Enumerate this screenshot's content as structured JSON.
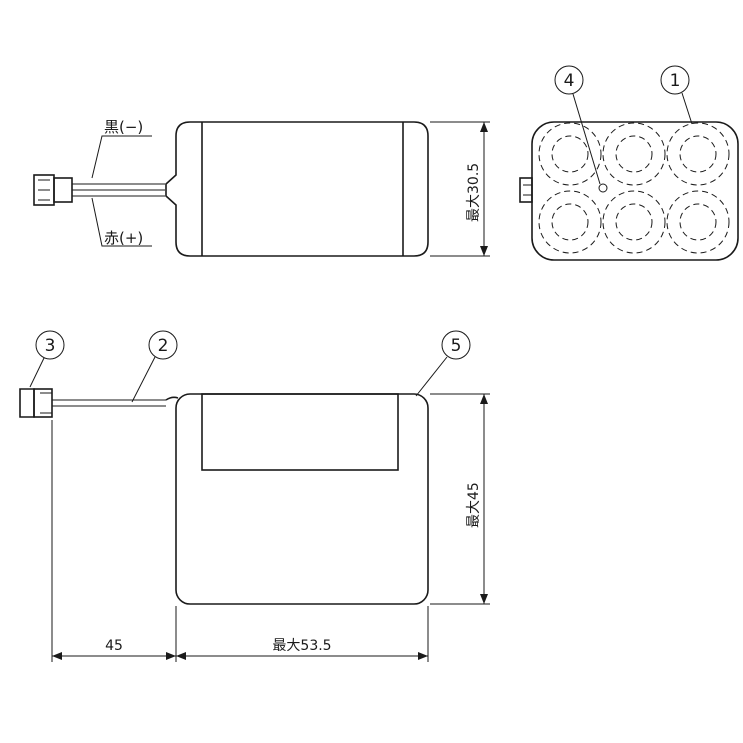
{
  "top_view": {
    "black_lead_label": "黒(−)",
    "red_lead_label": "赤(+)",
    "height_dim": "最大30.5"
  },
  "end_view": {
    "callout_4": "4",
    "callout_1": "1"
  },
  "side_view": {
    "callout_3": "3",
    "callout_2": "2",
    "callout_5": "5",
    "height_dim": "最大45",
    "lead_length_dim": "45",
    "length_dim": "最大53.5"
  }
}
